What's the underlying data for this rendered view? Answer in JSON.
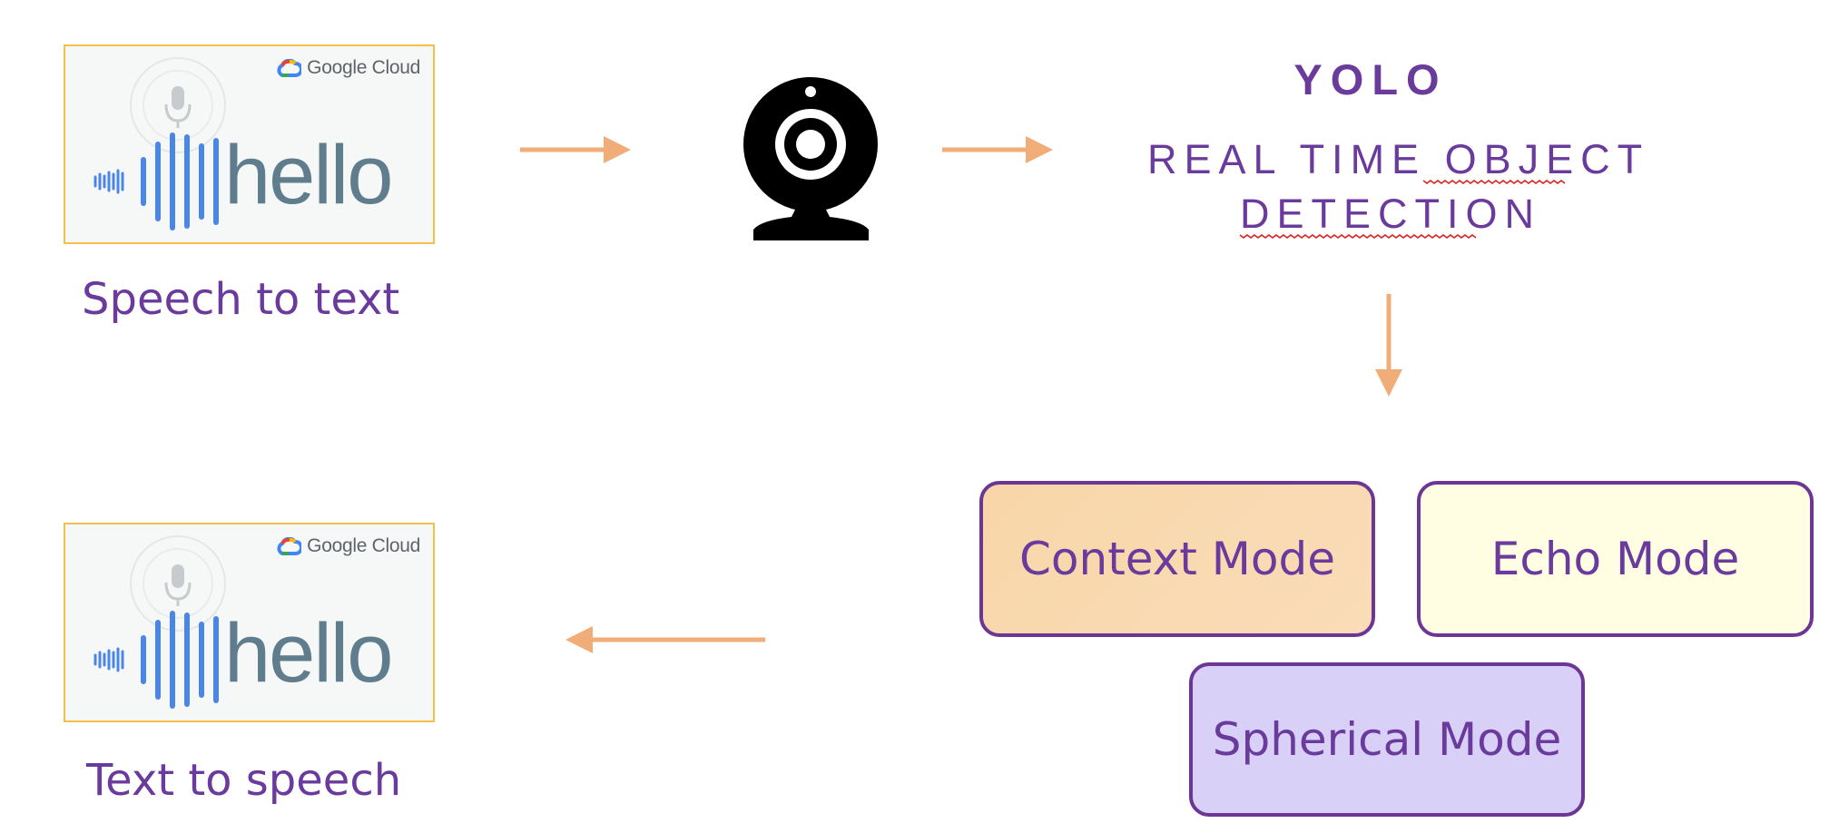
{
  "colors": {
    "accent_text": "#6a3a9c",
    "arrow": "#f0ad78",
    "box_border": "#6b3696",
    "context_fill": "#f8d8b0",
    "echo_fill": "#fffde2",
    "spherical_fill": "#d9d0f8",
    "card_border": "#f3c14b",
    "card_bg": "#f6f7f7",
    "waveform_blue": "#4a86e8"
  },
  "cards": [
    {
      "brand": "Google Cloud",
      "word": "hello",
      "icon": "microphone-icon"
    },
    {
      "brand": "Google Cloud",
      "word": "hello",
      "icon": "microphone-icon"
    }
  ],
  "captions": {
    "speech_to_text": "Speech to text",
    "text_to_speech": "Text to speech"
  },
  "webcam": {
    "icon": "webcam-icon"
  },
  "yolo": {
    "title": "YOLO",
    "subtitle_line1": "REAL TIME OBJECT",
    "subtitle_line2": "DETECTION"
  },
  "modes": {
    "context": "Context Mode",
    "echo": "Echo Mode",
    "spherical": "Spherical Mode"
  }
}
